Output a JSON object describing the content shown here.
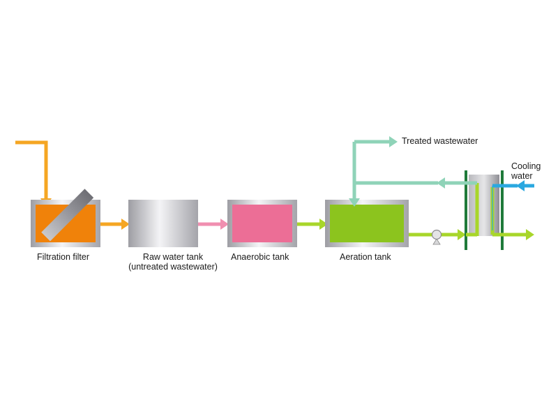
{
  "labels": {
    "filtration_filter": "Filtration filter",
    "raw_water_tank_line1": "Raw water tank",
    "raw_water_tank_line2": "(untreated wastewater)",
    "anaerobic_tank": "Anaerobic tank",
    "aeration_tank": "Aeration tank",
    "treated_wastewater": "Treated wastewater",
    "cooling_water_line1": "Cooling",
    "cooling_water_line2": "water"
  },
  "colors": {
    "orange_flow": "#f5a623",
    "pink_flow": "#f08fb0",
    "lime_flow": "#a8d62a",
    "mint_flow": "#8fd3b8",
    "cyan_flow": "#2aa8e0",
    "filter_fill": "#f0820a",
    "anaerobic_fill": "#ec6e96",
    "aeration_fill": "#8cc41e",
    "exchanger_plate": "#1f7a3a",
    "tank_frame": "#b8b8bc"
  }
}
